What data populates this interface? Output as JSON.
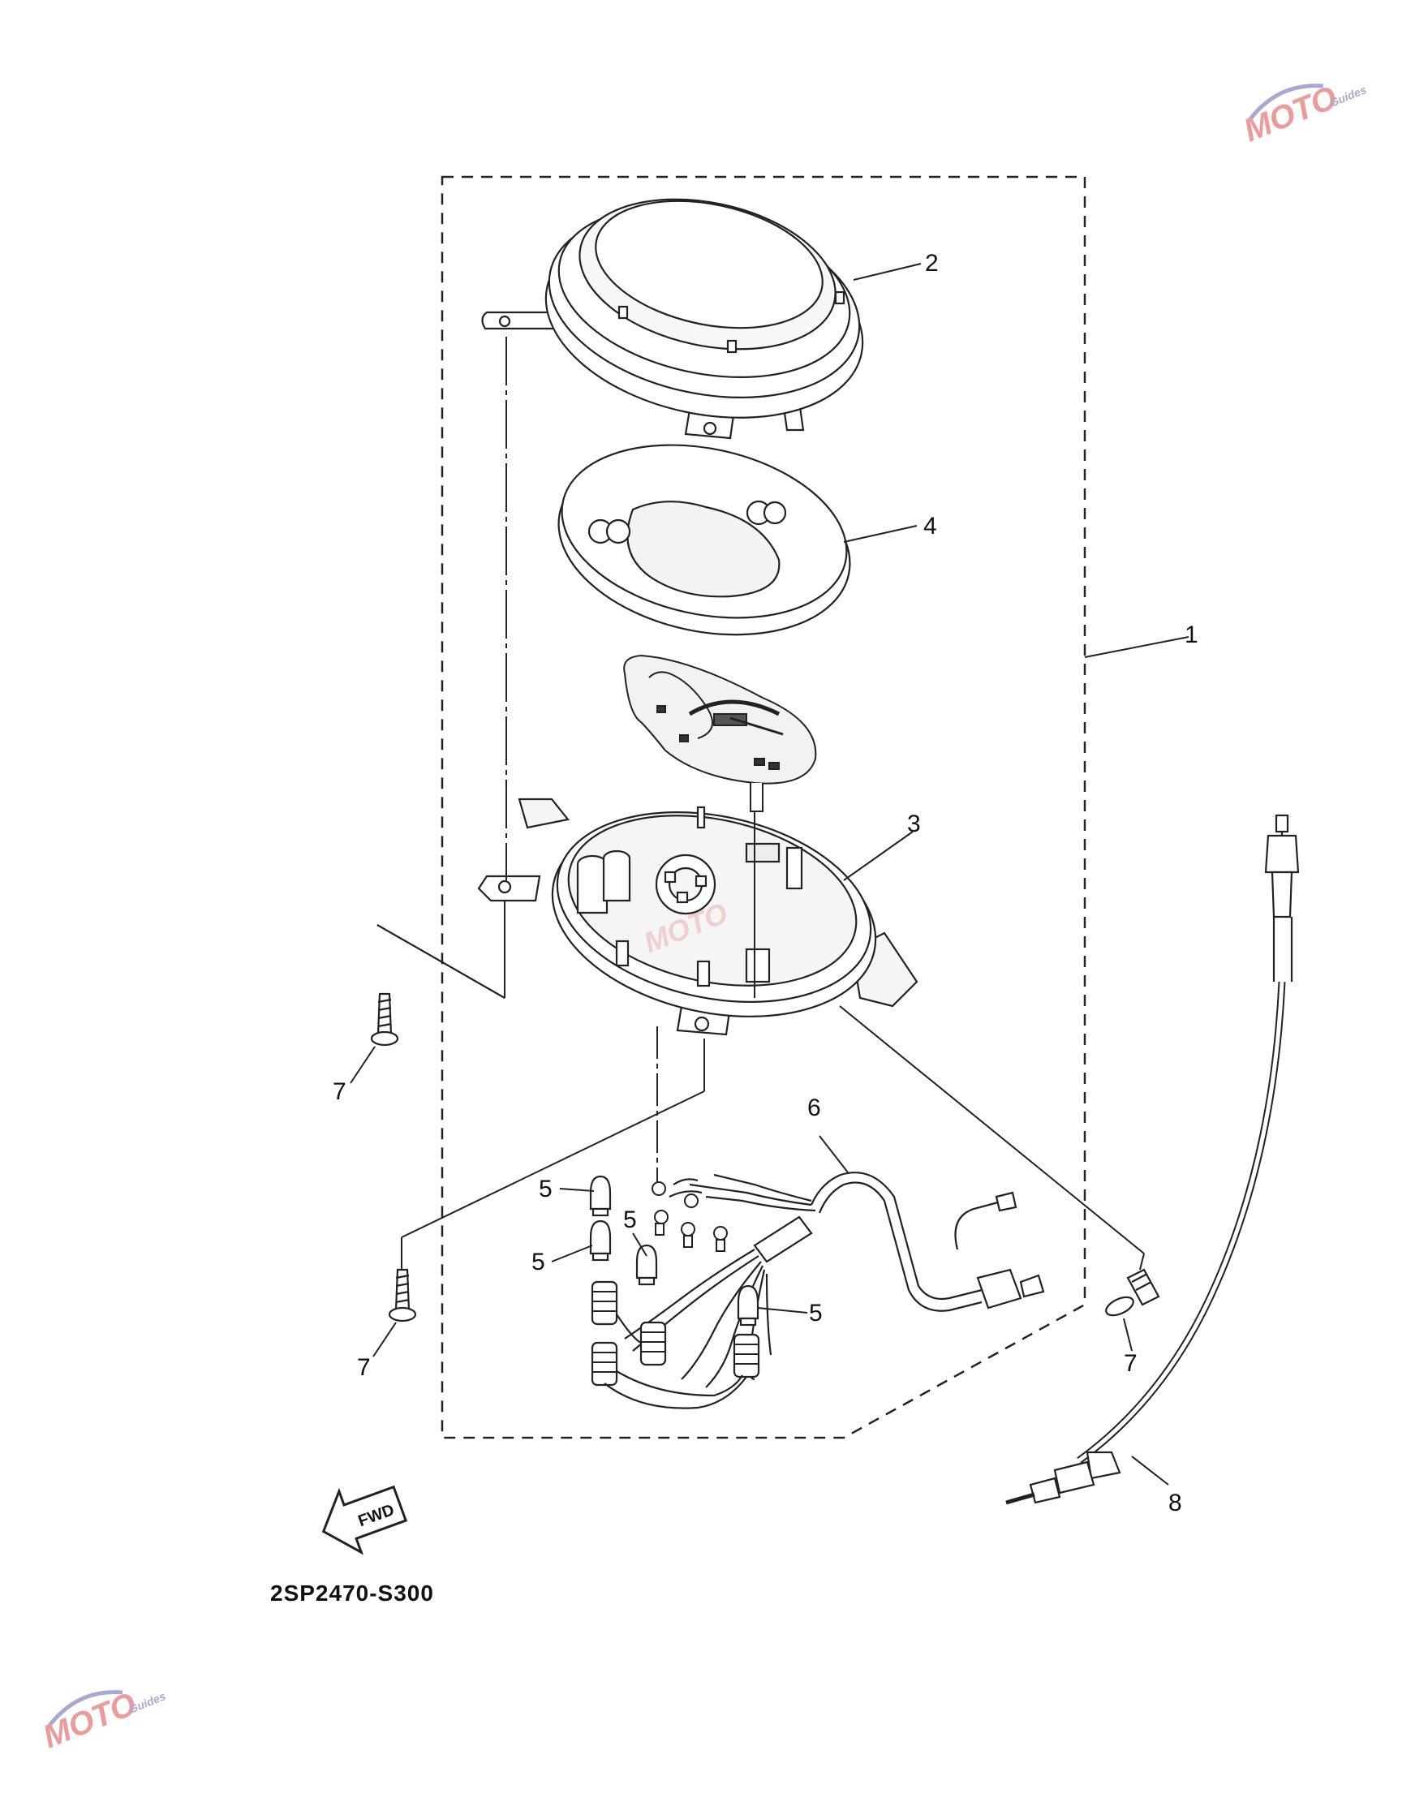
{
  "diagram": {
    "code": "2SP2470-S300",
    "fwd_label": "FWD",
    "callouts": [
      {
        "id": "1",
        "label": "1"
      },
      {
        "id": "2",
        "label": "2"
      },
      {
        "id": "3",
        "label": "3"
      },
      {
        "id": "4",
        "label": "4"
      },
      {
        "id": "5a",
        "label": "5"
      },
      {
        "id": "5b",
        "label": "5"
      },
      {
        "id": "5c",
        "label": "5"
      },
      {
        "id": "5d",
        "label": "5"
      },
      {
        "id": "6",
        "label": "6"
      },
      {
        "id": "7a",
        "label": "7"
      },
      {
        "id": "7b",
        "label": "7"
      },
      {
        "id": "7c",
        "label": "7"
      },
      {
        "id": "8",
        "label": "8"
      }
    ]
  },
  "watermark": {
    "brand": "MOTO",
    "tagline": "Guides",
    "colors": {
      "main": "#e88a8a",
      "accent": "#9a9ac8"
    }
  }
}
